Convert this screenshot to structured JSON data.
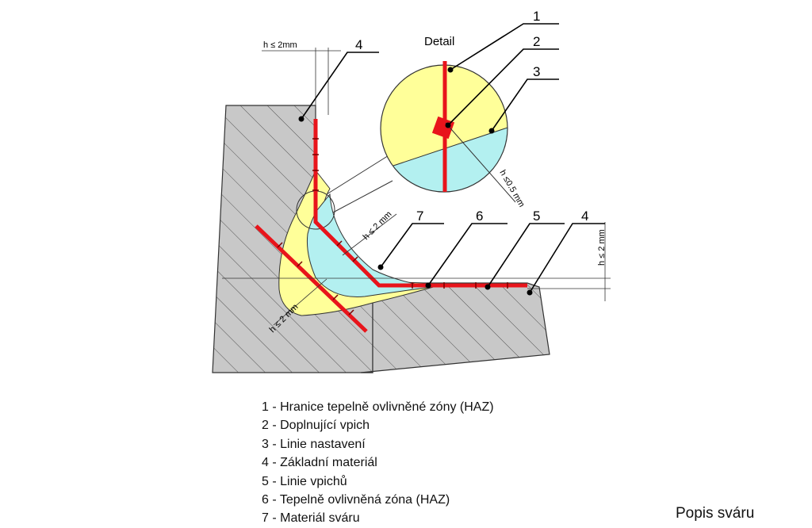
{
  "diagram": {
    "detail_title": "Detail",
    "callouts": [
      "1",
      "2",
      "3",
      "4",
      "7",
      "6",
      "5",
      "4"
    ],
    "dimensions": [
      "h ≤ 2mm",
      "h ≤ 2 mm",
      "h ≤ 2 mm",
      "h ≤0.5 mm",
      "h ≤ 2 mm"
    ],
    "colors": {
      "base_material": "#c8c8c8",
      "haz": "#ffff99",
      "weld_material": "#b3f0f0",
      "line": "#e8141b"
    }
  },
  "legend": [
    "1 - Hranice tepelně ovlivněné zóny (HAZ)",
    "2 - Doplnující vpich",
    "3 - Linie nastavení",
    "4 - Základní materiál",
    "5 - Linie vpichů",
    "6 - Tepelně ovlivněná zóna (HAZ)",
    "7 - Materiál sváru"
  ],
  "caption": "Popis sváru"
}
